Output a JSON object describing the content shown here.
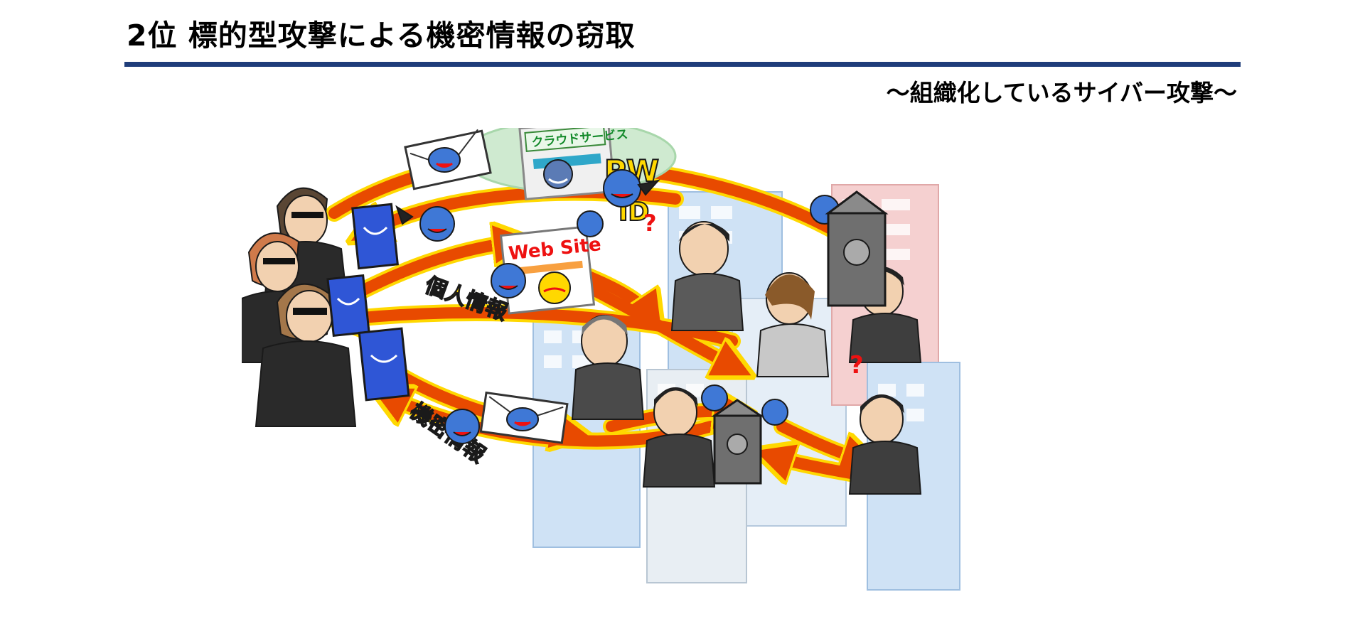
{
  "slide": {
    "title": "2位 標的型攻撃による機密情報の窃取",
    "subtitle": "～組織化しているサイバー攻撃～"
  },
  "illustration": {
    "cloud_service_label": "クラウドサービス",
    "website_label": "Web Site",
    "password_label": "PW",
    "id_label": "ID",
    "personal_info_label": "個人情報",
    "confidential_info_label": "機密情報",
    "question_mark": "?",
    "colors": {
      "arrow_fill": "#e84a00",
      "arrow_outline": "#ffd800",
      "monitor_screen": "#2f56d6",
      "building": "#cfe2f5",
      "building_pink": "#f5d0d0",
      "bug_body": "#3f78d6",
      "label_yellow": "#ffd800",
      "title_rule": "#1f3d7a"
    }
  }
}
